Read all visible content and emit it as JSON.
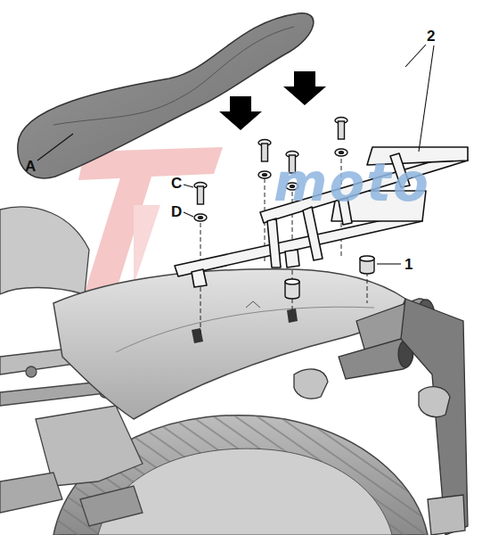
{
  "diagram": {
    "labels": [
      "A",
      "C",
      "D",
      "1",
      "2",
      "moto"
    ]
  }
}
